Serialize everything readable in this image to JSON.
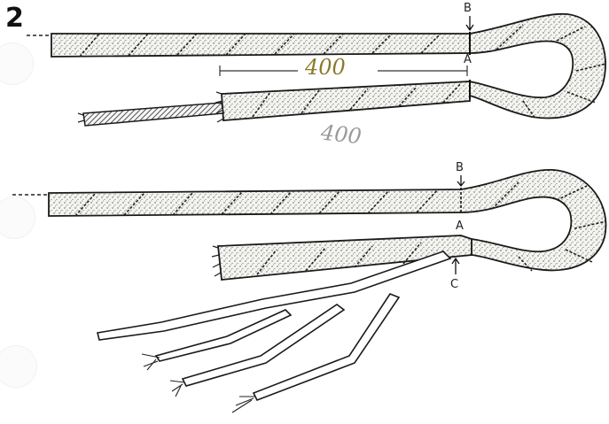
{
  "figure": {
    "step_number": "2",
    "measurement_top": "400",
    "measurement_pencil": "400",
    "points": {
      "top_b": "B",
      "top_a": "A",
      "bottom_b": "B",
      "bottom_a": "A",
      "bottom_c": "C"
    }
  },
  "colors": {
    "ink": "#1a1a1a",
    "rope_fill": "#f4f4f0",
    "stipple": "#4a4a4a",
    "stripe": "#222222",
    "measure_ink": "#8a7a2a"
  }
}
